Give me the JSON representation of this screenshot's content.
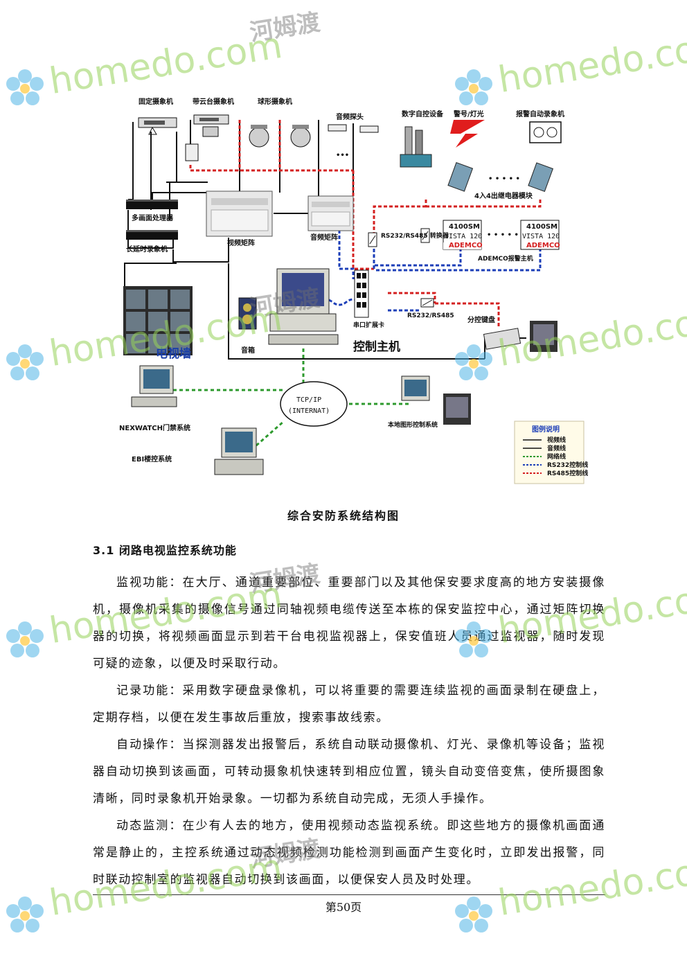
{
  "diagram": {
    "labels": {
      "fixed_camera": "固定摄象机",
      "ptz_camera": "带云台摄象机",
      "dome_camera": "球形摄象机",
      "audio_pickup": "音频探头",
      "digital_control": "数字自控设备",
      "alarm_light": "警号/灯光",
      "alarm_recorder": "报警自动录象机",
      "multi_screen": "多画面处理器",
      "long_recorder": "长延时录象机",
      "video_matrix": "视频矩阵",
      "audio_matrix": "音频矩阵",
      "converter": "RS232/RS485\n转换器",
      "io_module": "4入4出继电器模块",
      "vista_model_1": "4100SM",
      "vista_1": "VISTA 120",
      "vista_model_2": "4100SM",
      "vista_2": "VISTA 120",
      "ademco_brand": "ADEMCO",
      "ademco_host": "ADEMCO报警主机",
      "serial_card": "串口扩展卡",
      "rs_converter": "RS232/RS485",
      "keyboard": "分控键盘",
      "tv_wall": "电视墙",
      "speaker": "音箱",
      "control_host": "控制主机",
      "tcpip_1": "TCP/IP",
      "tcpip_2": "(INTERNAT)",
      "nexwatch": "NEXWATCH门禁系统",
      "ebi": "EBI楼控系统",
      "local_monitor": "本地图形控制系统",
      "ellipsis": "•••",
      "ellipsis_2": "• • • • •",
      "ellipsis_3": "• • • • •"
    },
    "legend": {
      "title": "图例说明",
      "items": [
        "视频线",
        "音频线",
        "网络线",
        "RS232控制线",
        "RS485控制线"
      ]
    },
    "colors": {
      "video": "#111111",
      "audio": "#111111",
      "network": "#2e9a2e",
      "rs232": "#1d3fb8",
      "rs485": "#d42020"
    }
  },
  "caption": "综合安防系统结构图",
  "section_title": "3.1 闭路电视监控系统功能",
  "paragraphs": [
    "监视功能：在大厅、通道重要部位、重要部门以及其他保安要求度高的地方安装摄像机，摄像机采集的摄像信号通过同轴视频电缆传送至本栋的保安监控中心，通过矩阵切换器的切换，将视频画面显示到若干台电视监视器上，保安值班人员通过监视器，随时发现可疑的迹象，以便及时采取行动。",
    "记录功能：采用数字硬盘录像机，可以将重要的需要连续监视的画面录制在硬盘上，定期存档，以便在发生事故后重放，搜索事故线索。",
    "自动操作：当探测器发出报警后，系统自动联动摄像机、灯光、录像机等设备；监视器自动切换到该画面，可转动摄象机快速转到相应位置，镜头自动变倍变焦，使所摄图象清晰，同时录象机开始录象。一切都为系统自动完成，无须人手操作。",
    "动态监测：在少有人去的地方，使用视频动态监视系统。即这些地方的摄像机画面通常是静止的，主控系统通过动态视频检测功能检测到画面产生变化时，立即发出报警，同时联动控制室的监视器自动切换到该画面，以便保安人员及时处理。"
  ],
  "page_number": "第50页",
  "watermark": {
    "brand": "homedo.com",
    "brand_cn": "河姆渡"
  }
}
